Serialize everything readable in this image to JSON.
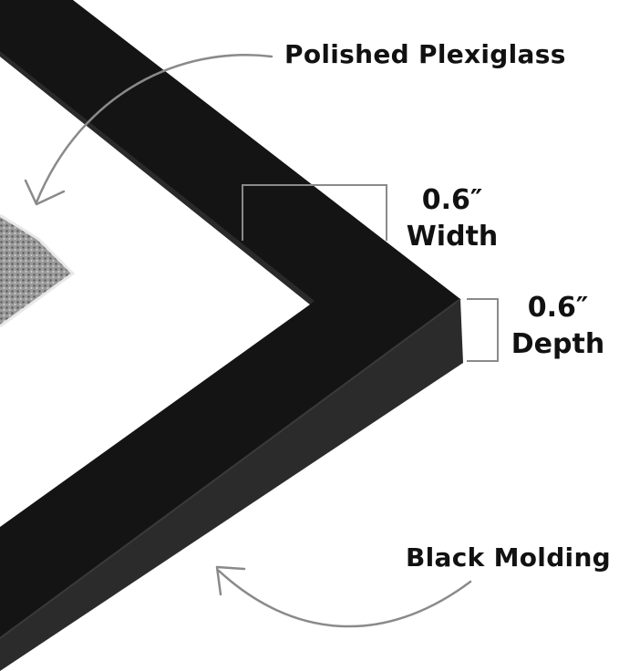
{
  "labels": {
    "plexiglass": "Polished Plexiglass",
    "width_value": "0.6″",
    "width_label": "Width",
    "depth_value": "0.6″",
    "depth_label": "Depth",
    "molding": "Black Molding"
  },
  "colors": {
    "frame_face": "#141414",
    "frame_side": "#2b2b2b",
    "frame_edge": "#3a3a3a",
    "mat": "#ffffff",
    "annotation_line": "#8a8a8a",
    "text": "#111111"
  },
  "icons": {
    "plexiglass_pointer": "curved-arrow-down-left-icon",
    "molding_pointer": "curved-arrow-up-left-icon",
    "width_marker": "bracket-icon",
    "depth_marker": "bracket-icon"
  }
}
